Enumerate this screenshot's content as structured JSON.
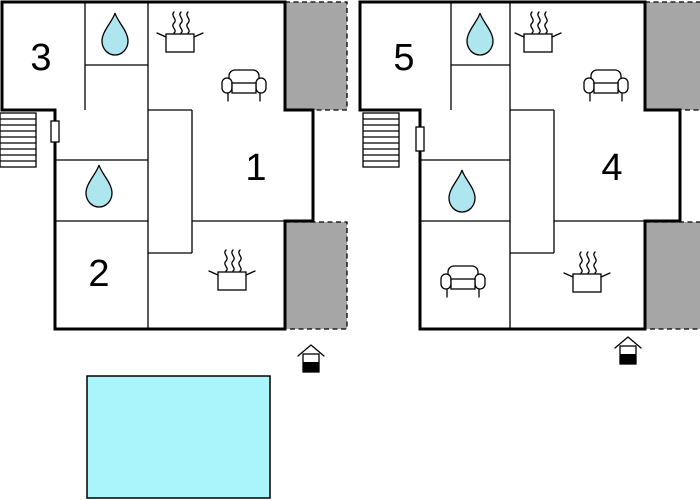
{
  "colors": {
    "pool": "#aaf5fb",
    "terrace": "#a6a6a6",
    "water_drop": "#aee6ef",
    "wall": "#000000"
  },
  "units": [
    {
      "rooms": [
        {
          "number": "3",
          "type": "bedroom"
        },
        {
          "number": "1",
          "type": "bedroom"
        },
        {
          "number": "2",
          "type": "bedroom"
        }
      ],
      "icons": [
        "water-drop-icon",
        "cooking-pot-icon",
        "sofa-icon",
        "water-drop-icon",
        "cooking-pot-icon",
        "stairs-icon",
        "entrance-icon"
      ]
    },
    {
      "rooms": [
        {
          "number": "5",
          "type": "bedroom"
        },
        {
          "number": "4",
          "type": "bedroom"
        }
      ],
      "icons": [
        "water-drop-icon",
        "cooking-pot-icon",
        "sofa-icon",
        "water-drop-icon",
        "sofa-icon",
        "cooking-pot-icon",
        "stairs-icon",
        "entrance-icon"
      ]
    }
  ],
  "pool": {
    "label": ""
  }
}
